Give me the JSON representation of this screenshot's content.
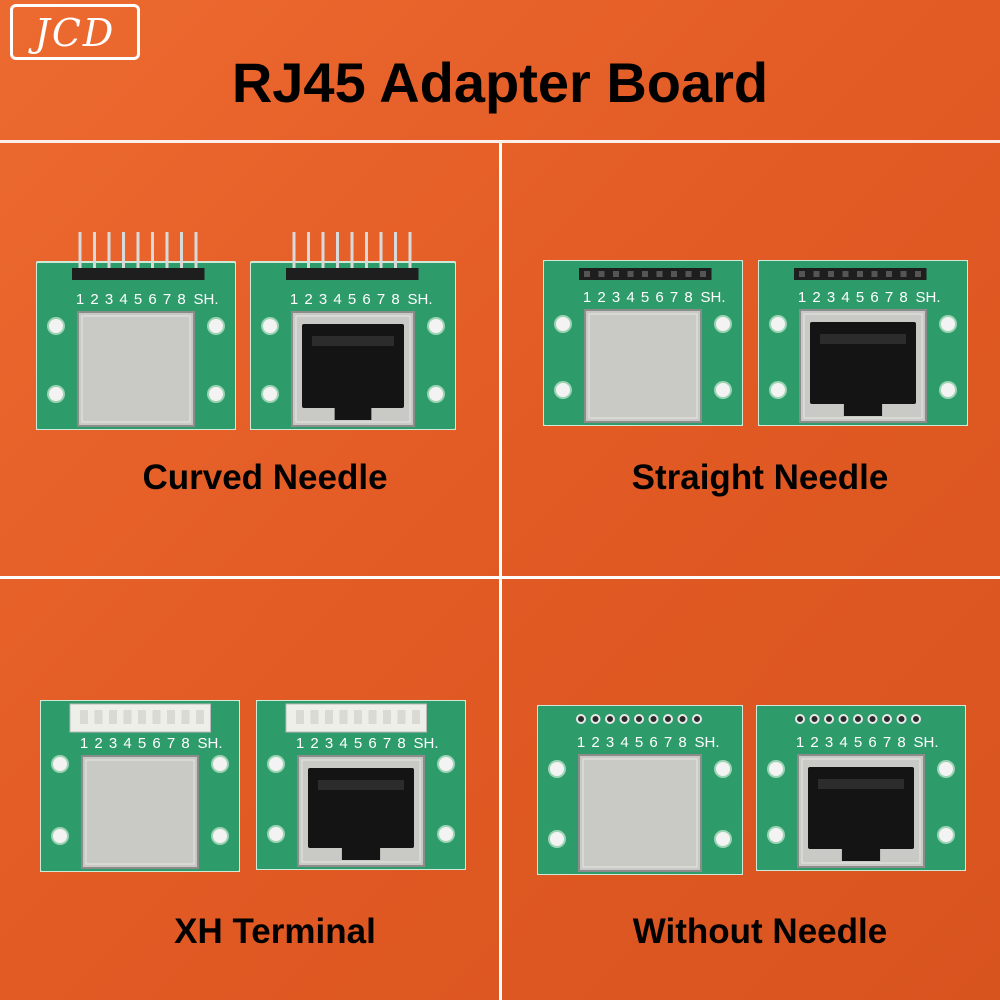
{
  "brand": {
    "logo_text": "JCD"
  },
  "title": "RJ45 Adapter Board",
  "pin_labels": [
    "1",
    "2",
    "3",
    "4",
    "5",
    "6",
    "7",
    "8",
    "SH."
  ],
  "colors": {
    "background": "#e8612a",
    "pcb": "#2e9b6a",
    "metal": "#c9c9c6",
    "header": "#1e1e1e",
    "terminal": "#efefea"
  },
  "variants": [
    {
      "label": "Curved Needle",
      "connector": "curved-pins"
    },
    {
      "label": "Straight Needle",
      "connector": "straight-pins"
    },
    {
      "label": "XH Terminal",
      "connector": "xh-terminal"
    },
    {
      "label": "Without Needle",
      "connector": "holes"
    }
  ]
}
